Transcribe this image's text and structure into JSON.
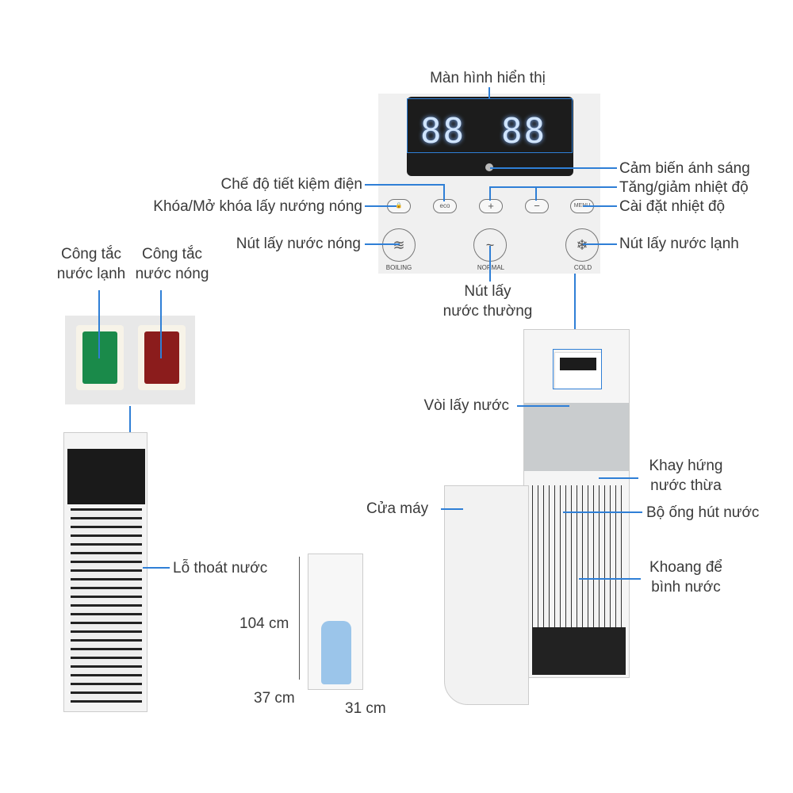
{
  "panel": {
    "display_digits_left": "88",
    "display_digits_right": "88",
    "buttons": {
      "lock": "🔒",
      "eco": "eco",
      "plus": "+",
      "minus": "−",
      "menu": "MENU"
    },
    "boiling": "BOILING",
    "normal": "NORMAL",
    "cold": "COLD"
  },
  "labels": {
    "display": "Màn hình hiển thị",
    "light_sensor": "Cảm biến ánh sáng",
    "eco_mode": "Chế độ tiết kiệm điện",
    "temp_adjust": "Tăng/giảm nhiệt độ",
    "lock": "Khóa/Mở khóa lấy nướng nóng",
    "temp_setting": "Cài đặt nhiệt độ",
    "hot_button": "Nút lấy nước nóng",
    "cold_button": "Nút lấy nước lạnh",
    "normal_button_1": "Nút lấy",
    "normal_button_2": "nước thường",
    "cold_switch_1": "Công tắc",
    "cold_switch_2": "nước lạnh",
    "hot_switch_1": "Công tắc",
    "hot_switch_2": "nước nóng",
    "faucet": "Vòi lấy nước",
    "drip_tray_1": "Khay hứng",
    "drip_tray_2": "nước thừa",
    "door": "Cửa máy",
    "suction_tube": "Bộ ống hút nước",
    "drain": "Lỗ thoát nước",
    "bottle_compartment_1": "Khoang để",
    "bottle_compartment_2": "bình nước",
    "height": "104 cm",
    "depth": "37 cm",
    "width": "31 cm"
  },
  "colors": {
    "accent": "#2f7fd6",
    "cold_switch": "#1a8a4a",
    "hot_switch": "#8b1c1c"
  }
}
